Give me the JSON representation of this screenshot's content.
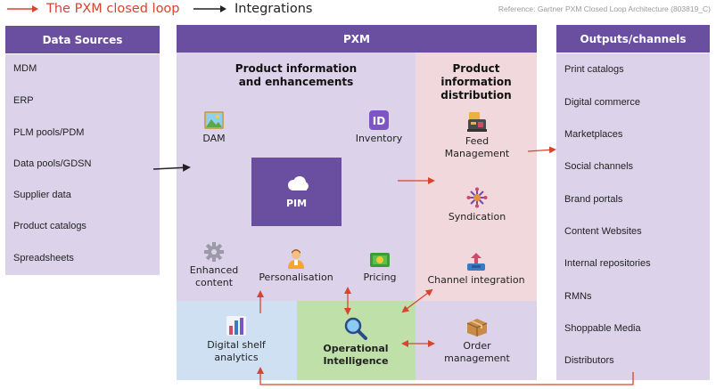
{
  "legend": {
    "red_label": "The PXM closed loop",
    "black_label": "Integrations"
  },
  "reference": "Reference: Gartner PXM Closed Loop Architecture (803819_C)",
  "colors": {
    "purple": "#6a4ea0",
    "lavender": "#dcd3ea",
    "pink": "#f0d8dc",
    "blue": "#cfe0f2",
    "green": "#bfe0a8",
    "red": "#d6452d"
  },
  "data_sources": {
    "title": "Data Sources",
    "items": [
      "MDM",
      "ERP",
      "PLM pools/PDM",
      "Data pools/GDSN",
      "Supplier data",
      "Product catalogs",
      "Spreadsheets"
    ]
  },
  "pxm": {
    "title": "PXM",
    "enhancements_title": "Product information and enhancements",
    "distribution_title": "Product information distribution",
    "pim": {
      "label": "PIM",
      "icon": "cloud-icon"
    },
    "nodes": {
      "dam": {
        "label": "DAM",
        "icon": "picture-icon"
      },
      "inventory": {
        "label": "Inventory",
        "icon": "id-icon"
      },
      "feed": {
        "label": "Feed Management",
        "icon": "cash-register-icon"
      },
      "syndication": {
        "label": "Syndication",
        "icon": "spinner-icon"
      },
      "enhanced": {
        "label": "Enhanced content",
        "icon": "gear-icon"
      },
      "personalisation": {
        "label": "Personalisation",
        "icon": "person-icon"
      },
      "pricing": {
        "label": "Pricing",
        "icon": "money-icon"
      },
      "channel": {
        "label": "Channel integration",
        "icon": "upload-tray-icon"
      },
      "shelf": {
        "label": "Digital shelf analytics",
        "icon": "bar-chart-icon"
      },
      "opint": {
        "label": "Operational Intelligence",
        "icon": "magnifier-icon"
      },
      "order": {
        "label": "Order management",
        "icon": "package-icon"
      }
    }
  },
  "outputs": {
    "title": "Outputs/channels",
    "items": [
      "Print catalogs",
      "Digital commerce",
      "Marketplaces",
      "Social channels",
      "Brand portals",
      "Content Websites",
      "Internal repositories",
      "RMNs",
      "Shoppable Media",
      "Distributors"
    ]
  }
}
